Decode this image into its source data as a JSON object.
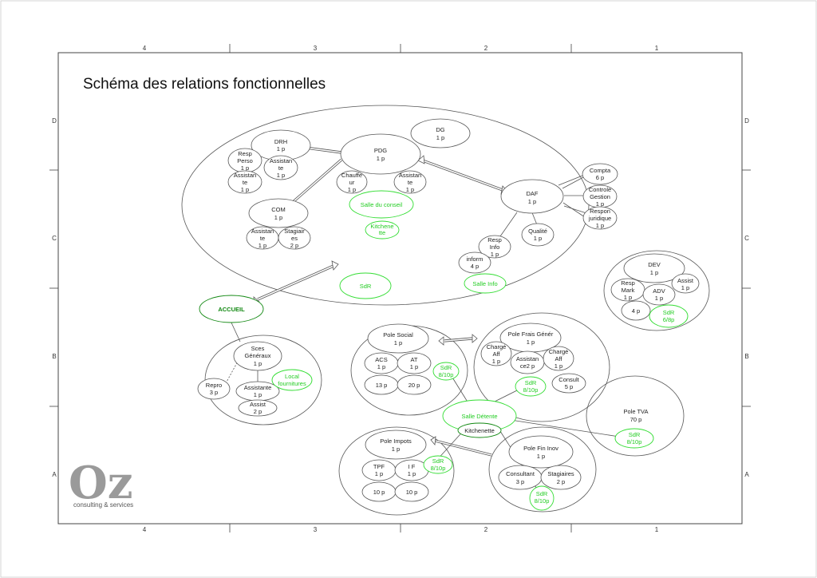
{
  "title": "Schéma des relations fonctionnelles",
  "ruler": {
    "columns": [
      "4",
      "3",
      "2",
      "1"
    ],
    "rows": [
      "D",
      "C",
      "B",
      "A"
    ]
  },
  "logo": {
    "mark": "Oz",
    "tagline": "consulting & services"
  },
  "colors": {
    "outline": "#555555",
    "room": "#33dd33",
    "accueil": "#118811"
  },
  "nodes": {
    "dg": [
      "DG",
      "1 p"
    ],
    "drh": [
      "DRH",
      "1 p"
    ],
    "resp_perso": [
      "Resp",
      "Perso",
      "1 p"
    ],
    "assistante_drh_a": [
      "Assistan",
      "te",
      "1 p"
    ],
    "assistante_drh_b": [
      "Assistan",
      "te",
      "1 p"
    ],
    "pdg": [
      "PDG",
      "1 p"
    ],
    "chauffeur": [
      "Chauffe",
      "ur",
      "1 p"
    ],
    "assistante_pdg": [
      "Assistan",
      "te",
      "1 p"
    ],
    "com": [
      "COM",
      "1 p"
    ],
    "assistante_com": [
      "Assistan",
      "te",
      "1 p"
    ],
    "stagiaires_com": [
      "Stagiair",
      "es",
      "2 p"
    ],
    "daf": [
      "DAF",
      "1 p"
    ],
    "compta": [
      "Compta",
      "6 p"
    ],
    "controle_gestion": [
      "Controle",
      "Gestion",
      "1 p"
    ],
    "resp_juridique": [
      "Respon",
      "juridique",
      "1 p"
    ],
    "qualite": [
      "Qualité",
      "1 p"
    ],
    "resp_info": [
      "Resp",
      "Info",
      "1 p"
    ],
    "inform": [
      "inform",
      "4 p"
    ],
    "dev": [
      "DEV",
      "1 p"
    ],
    "resp_mark": [
      "Resp",
      "Mark",
      "1 p"
    ],
    "adv": [
      "ADV",
      "1 p"
    ],
    "assist_dev": [
      "Assist",
      "1 p"
    ],
    "dev_4p": [
      "4 p"
    ],
    "scs_generaux": [
      "Sces",
      "Généraux",
      "1 p"
    ],
    "repro": [
      "Repro",
      "3 p"
    ],
    "assistante_sg": [
      "Assistante",
      "1 p"
    ],
    "assist_sg": [
      "Assist",
      "2 p"
    ],
    "pole_social": [
      "Pole Social",
      "1 p"
    ],
    "acs": [
      "ACS",
      "1 p"
    ],
    "at": [
      "AT",
      "1 p"
    ],
    "social_13p": [
      "13 p"
    ],
    "social_20p": [
      "20 p"
    ],
    "pole_frais": [
      "Pole Frais Génér",
      "1 p"
    ],
    "charge_aff_a": [
      "Chargé",
      "Aff",
      "1 p"
    ],
    "assistante_frais": [
      "Assistan",
      "ce2 p"
    ],
    "charge_aff_b": [
      "Chargé",
      "Aff",
      "1 p"
    ],
    "consult_frais": [
      "Consult",
      "5 p"
    ],
    "pole_tva": [
      "Pole TVA",
      "70 p"
    ],
    "pole_impots": [
      "Pole Impots",
      "1 p"
    ],
    "tpf": [
      "TPF",
      "1 p"
    ],
    "if": [
      "I F",
      "1 p"
    ],
    "impots_10p_a": [
      "10 p"
    ],
    "impots_10p_b": [
      "10 p"
    ],
    "pole_fin_inov": [
      "Pole Fin Inov",
      "1 p"
    ],
    "consultant_fin": [
      "Consultant",
      "3 p"
    ],
    "stagiaires_fin": [
      "Stagiaires",
      "2 p"
    ]
  },
  "rooms": {
    "salle_conseil": [
      "Salle du conseil"
    ],
    "kitchenette_top": [
      "Kitchene",
      "tte"
    ],
    "sdr_top": [
      "SdR"
    ],
    "salle_info": [
      "Salle Info"
    ],
    "accueil": [
      "ACCUEIL"
    ],
    "local_fournitures": [
      "Local",
      "fournitures"
    ],
    "sdr_dev": [
      "SdR",
      "6/8p"
    ],
    "sdr_social": [
      "SdR",
      "8/10p"
    ],
    "sdr_frais": [
      "SdR",
      "8/10p"
    ],
    "salle_detente": [
      "Salle Détente"
    ],
    "kitchenette_bottom": [
      "Kitchenette"
    ],
    "sdr_tva": [
      "SdR",
      "8/10p"
    ],
    "sdr_impots": [
      "SdR",
      "8/10p"
    ],
    "sdr_fin": [
      "SdR",
      "8/10p"
    ]
  }
}
